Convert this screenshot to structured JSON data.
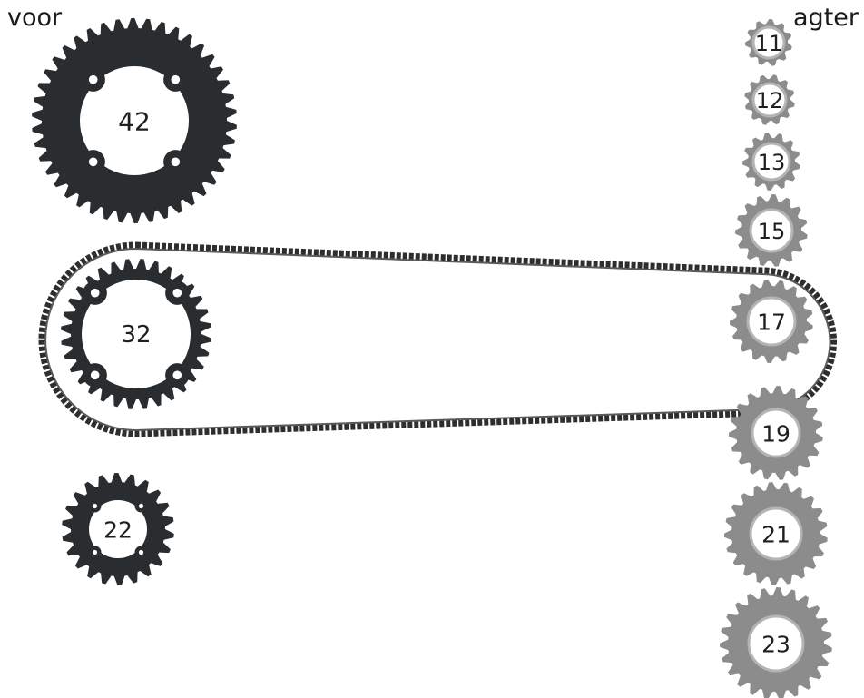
{
  "labels": {
    "front": "voor",
    "rear": "agter"
  },
  "front_chainrings": [
    {
      "id": "42",
      "teeth": "42"
    },
    {
      "id": "32",
      "teeth": "32"
    },
    {
      "id": "22",
      "teeth": "22"
    }
  ],
  "rear_sprockets": [
    {
      "id": "11",
      "teeth": "11"
    },
    {
      "id": "12",
      "teeth": "12"
    },
    {
      "id": "13",
      "teeth": "13"
    },
    {
      "id": "15",
      "teeth": "15"
    },
    {
      "id": "17",
      "teeth": "17"
    },
    {
      "id": "19",
      "teeth": "19"
    },
    {
      "id": "21",
      "teeth": "21"
    },
    {
      "id": "23",
      "teeth": "23"
    }
  ],
  "chain": {
    "front_ring": "32",
    "rear_sprocket": "17"
  },
  "colors": {
    "chainring": "#2a2d30",
    "sprocket": "#8c8c8c",
    "chain": "#333333"
  }
}
